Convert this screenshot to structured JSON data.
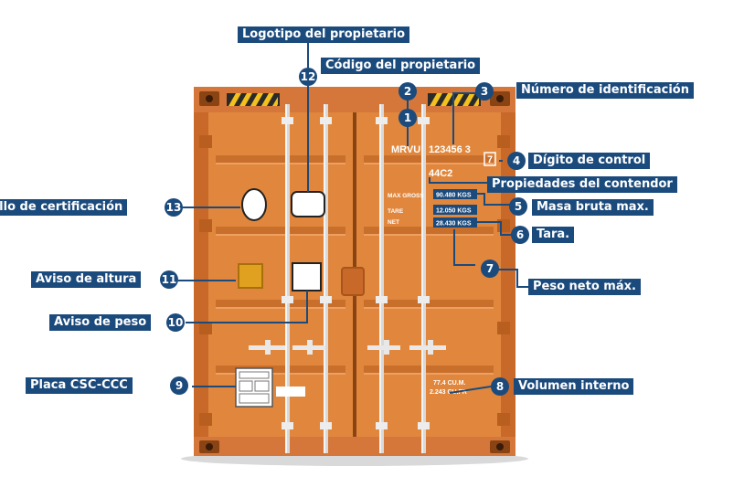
{
  "container": {
    "owner_code": "MRVU",
    "serial_number": "123456 3",
    "check_digit": "7",
    "type_code": "44C2",
    "weights": {
      "max_gross_label": "MAX GROSS",
      "tare_label": "TARE",
      "net_label": "NET",
      "max_gross": "90.480 KGS",
      "tare": "12.050 KGS",
      "net": "28.430 KGS"
    },
    "volume": {
      "cubic_meters": "77.4 CU.M.",
      "cubic_feet": "2.243 CU.FR"
    }
  },
  "callouts": [
    {
      "number": "1",
      "label": ""
    },
    {
      "number": "2",
      "label": "Código del propietario"
    },
    {
      "number": "3",
      "label": "Número de identificación"
    },
    {
      "number": "4",
      "label": "Dígito de control"
    },
    {
      "number": "",
      "label": "Propiedades del contendor"
    },
    {
      "number": "5",
      "label": "Masa bruta max."
    },
    {
      "number": "6",
      "label": "Tara."
    },
    {
      "number": "7",
      "label": "Peso neto máx."
    },
    {
      "number": "8",
      "label": "Volumen interno"
    },
    {
      "number": "9",
      "label": "Placa CSC-CCC"
    },
    {
      "number": "10",
      "label": "Aviso de peso"
    },
    {
      "number": "11",
      "label": "Aviso de altura"
    },
    {
      "number": "12",
      "label": "Logotipo del propietario"
    },
    {
      "number": "13",
      "label": "Sello de certificación"
    }
  ],
  "colors": {
    "container_orange": "#e0873d",
    "container_dark": "#b85f1f",
    "callout_blue": "#1b4a7c",
    "hazard_yellow": "#f2c11e"
  }
}
